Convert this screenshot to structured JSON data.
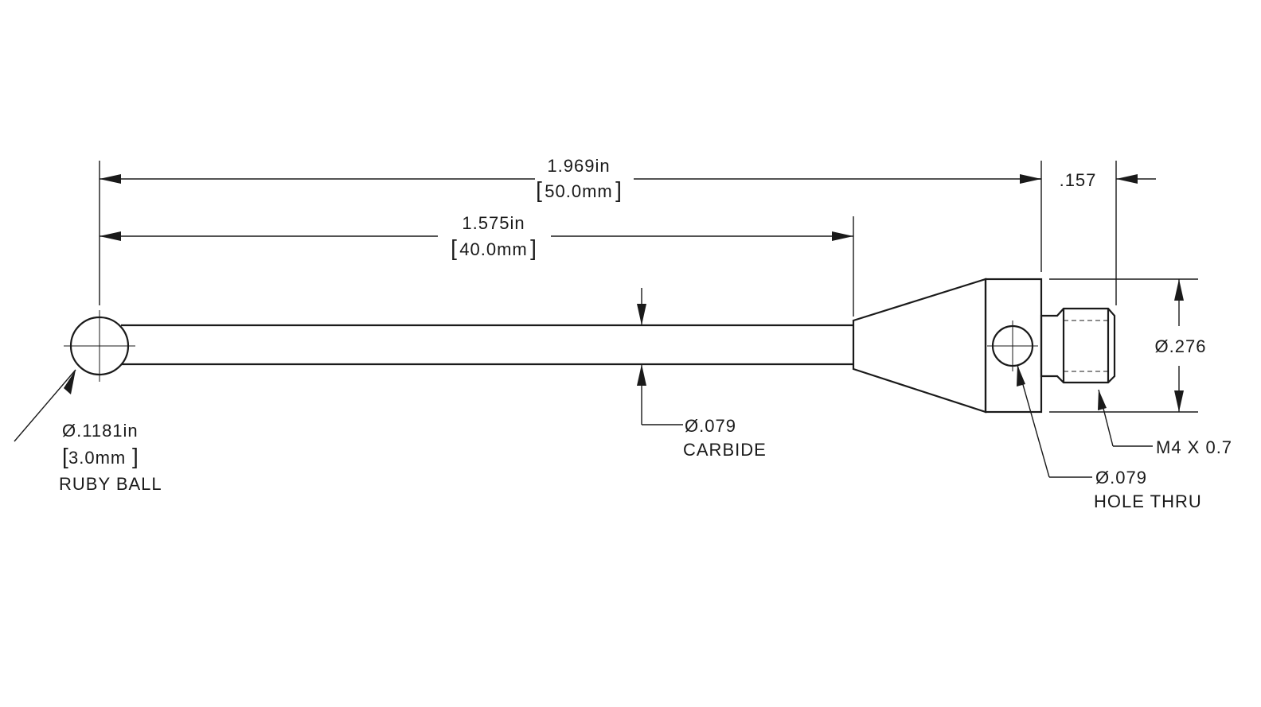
{
  "dimensions": {
    "overall_length": {
      "in": "1.969in",
      "mm": "50.0mm"
    },
    "shaft_length": {
      "in": "1.575in",
      "mm": "40.0mm"
    },
    "thread_length": ".157",
    "body_diameter": "Ø.276"
  },
  "callouts": {
    "ball": {
      "diameter": "Ø.1181in",
      "mm": "3.0mm",
      "material": "RUBY BALL"
    },
    "stem": {
      "diameter": "Ø.079",
      "material": "CARBIDE"
    },
    "thread": {
      "spec": "M4 X 0.7"
    },
    "hole": {
      "diameter": "Ø.079",
      "type": "HOLE THRU"
    }
  },
  "colors": {
    "line": "#1a1a1a",
    "background": "#ffffff"
  }
}
